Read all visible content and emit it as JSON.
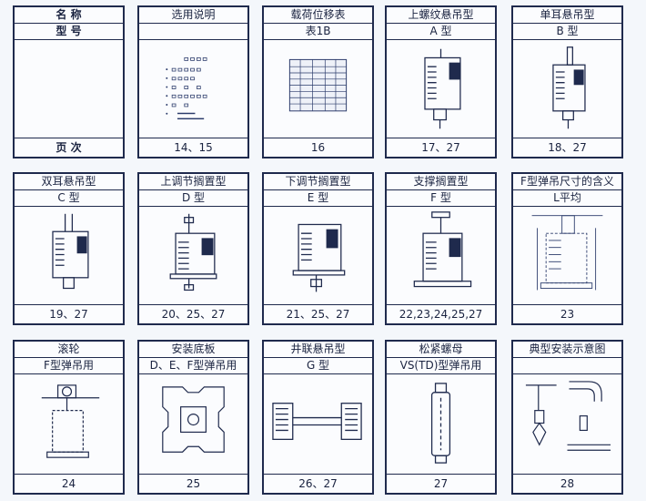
{
  "cards": [
    {
      "title": "名 称",
      "subtitle": "型 号",
      "pages": "页 次",
      "icon": "blank-icon"
    },
    {
      "title": "选用说明",
      "subtitle": "",
      "pages": "14、15",
      "icon": "selection-chart-icon"
    },
    {
      "title": "载荷位移表",
      "subtitle": "表1B",
      "pages": "16",
      "icon": "load-table-icon"
    },
    {
      "title": "上螺纹悬吊型",
      "subtitle": "A 型",
      "pages": "17、27",
      "icon": "threaded-hanger-icon"
    },
    {
      "title": "单耳悬吊型",
      "subtitle": "B 型",
      "pages": "18、27",
      "icon": "single-lug-hanger-icon"
    },
    {
      "title": "双耳悬吊型",
      "subtitle": "C 型",
      "pages": "19、27",
      "icon": "double-lug-hanger-icon"
    },
    {
      "title": "上调节搁置型",
      "subtitle": "D 型",
      "pages": "20、25、27",
      "icon": "upper-adjust-support-icon"
    },
    {
      "title": "下调节搁置型",
      "subtitle": "E 型",
      "pages": "21、25、27",
      "icon": "lower-adjust-support-icon"
    },
    {
      "title": "支撑搁置型",
      "subtitle": "F 型",
      "pages": "22,23,24,25,27",
      "icon": "prop-support-icon"
    },
    {
      "title": "F型弹吊尺寸的含义",
      "subtitle": "L平均",
      "pages": "23",
      "icon": "dimension-diagram-icon"
    },
    {
      "title": "滚轮",
      "subtitle": "F型弹吊用",
      "pages": "24",
      "icon": "roller-icon"
    },
    {
      "title": "安装底板",
      "subtitle": "D、E、F型弹吊用",
      "pages": "25",
      "icon": "base-plate-icon"
    },
    {
      "title": "井联悬吊型",
      "subtitle": "G 型",
      "pages": "26、27",
      "icon": "parallel-hanger-icon"
    },
    {
      "title": "松紧螺母",
      "subtitle": "VS(TD)型弹吊用",
      "pages": "27",
      "icon": "turnbuckle-icon"
    },
    {
      "title": "典型安装示意图",
      "subtitle": "",
      "pages": "28",
      "icon": "installation-diagram-icon"
    }
  ]
}
